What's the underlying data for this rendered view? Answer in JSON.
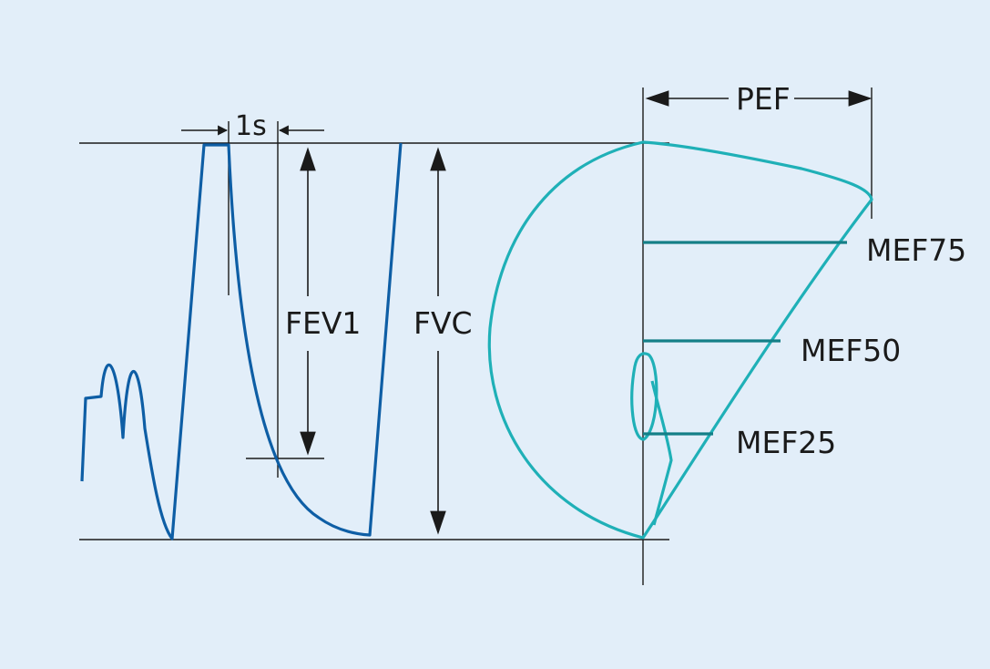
{
  "labels": {
    "one_second": "1s",
    "fev1": "FEV1",
    "fvc": "FVC",
    "pef": "PEF",
    "mef75": "MEF75",
    "mef50": "MEF50",
    "mef25": "MEF25"
  },
  "colors": {
    "background": "#e2eef9",
    "spirogram_curve": "#0e5ea5",
    "flow_volume_curve": "#1fb0b7",
    "mef_lines": "#147f87",
    "annotation": "#1a1a1a"
  }
}
